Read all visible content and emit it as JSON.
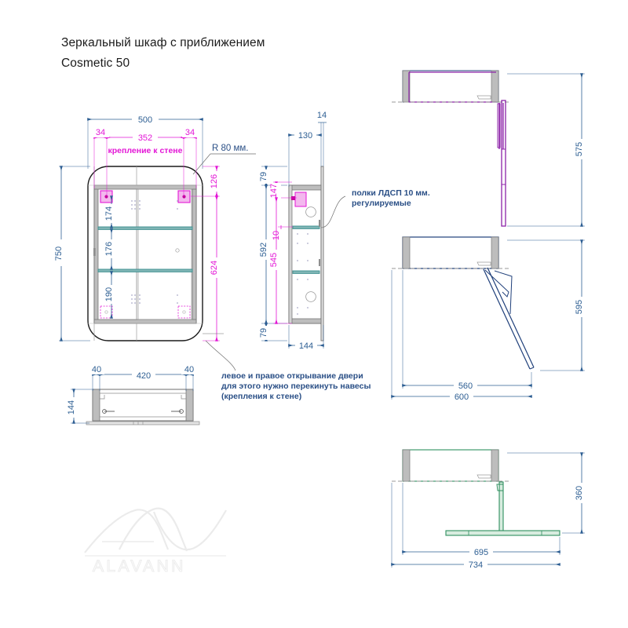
{
  "document": {
    "title": "Зеркальный шкаф с приближением",
    "subtitle": "Cosmetic 50",
    "watermark": "ALAVANN"
  },
  "colors": {
    "dimension_blue": "#2e5f93",
    "dimension_magenta": "#e317d6",
    "outline_black": "#1b1b1b",
    "shelf_teal": "#3d8f8f",
    "door_purple": "#8c22a8",
    "door_blue": "#1f3f7a",
    "door_green": "#2f8f5f",
    "panel_grey": "#b9b9b9"
  },
  "front_view": {
    "name": "front-elevation",
    "dimensions": {
      "overall_width": "500",
      "overall_height": "750",
      "left_offset": "34",
      "right_offset": "34",
      "mount_span": "352",
      "top_to_hinge": "126",
      "hinge_to_bottom": "624",
      "shelf_gap_top": "174",
      "shelf_gap_middle": "176",
      "shelf_gap_bottom": "190"
    },
    "labels": {
      "wall_mount": "крепление к стене",
      "corner_radius": "R 80 мм."
    }
  },
  "side_view": {
    "name": "side-section",
    "dimensions": {
      "mirror_thickness": "14",
      "body_depth": "130",
      "total_depth": "144",
      "top_margin": "79",
      "bottom_margin": "79",
      "hinge_top": "147",
      "shelf_thickness": "10",
      "inner_height": "545",
      "body_height": "592"
    },
    "labels": {
      "shelves": "полки ЛДСП 10 мм.",
      "shelves_line2": "регулируемые"
    }
  },
  "bottom_view": {
    "name": "bottom-plan",
    "dimensions": {
      "left_offset": "40",
      "inner_width": "420",
      "right_offset": "40",
      "depth": "144"
    }
  },
  "note_block": {
    "name": "door-swing-note",
    "line1": "левое и правое открывание двери",
    "line2": "для этого нужно перекинуть навесы",
    "line3": "(крепления к стене)"
  },
  "swing_diagrams": [
    {
      "name": "swing-vertical-purple",
      "color": "#8c22a8",
      "dimensions": {
        "height": "575"
      }
    },
    {
      "name": "swing-diagonal-blue",
      "color": "#1f3f7a",
      "dimensions": {
        "height": "595",
        "inner_reach": "560",
        "outer_reach": "600"
      }
    },
    {
      "name": "swing-horizontal-green",
      "color": "#2f8f5f",
      "dimensions": {
        "height": "360",
        "inner_reach": "695",
        "outer_reach": "734"
      }
    }
  ]
}
